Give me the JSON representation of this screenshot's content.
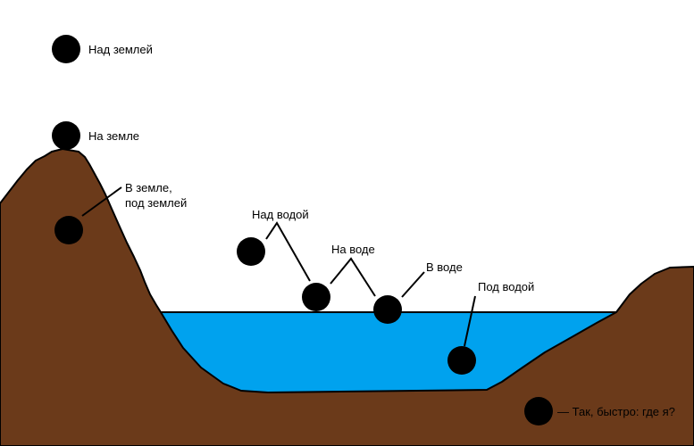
{
  "colors": {
    "ground": "#6b3a1a",
    "water": "#00a2ee",
    "ball": "#000000",
    "outline": "#000000",
    "sky": "#ffffff"
  },
  "labels": {
    "above_ground": "Над землей",
    "on_ground": "На земле",
    "in_ground_line1": "В земле,",
    "in_ground_line2": "под землей",
    "above_water": "Над водой",
    "on_water": "На воде",
    "in_water": "В воде",
    "under_water": "Под водой",
    "quiz": "— Так, быстро: где я?"
  }
}
